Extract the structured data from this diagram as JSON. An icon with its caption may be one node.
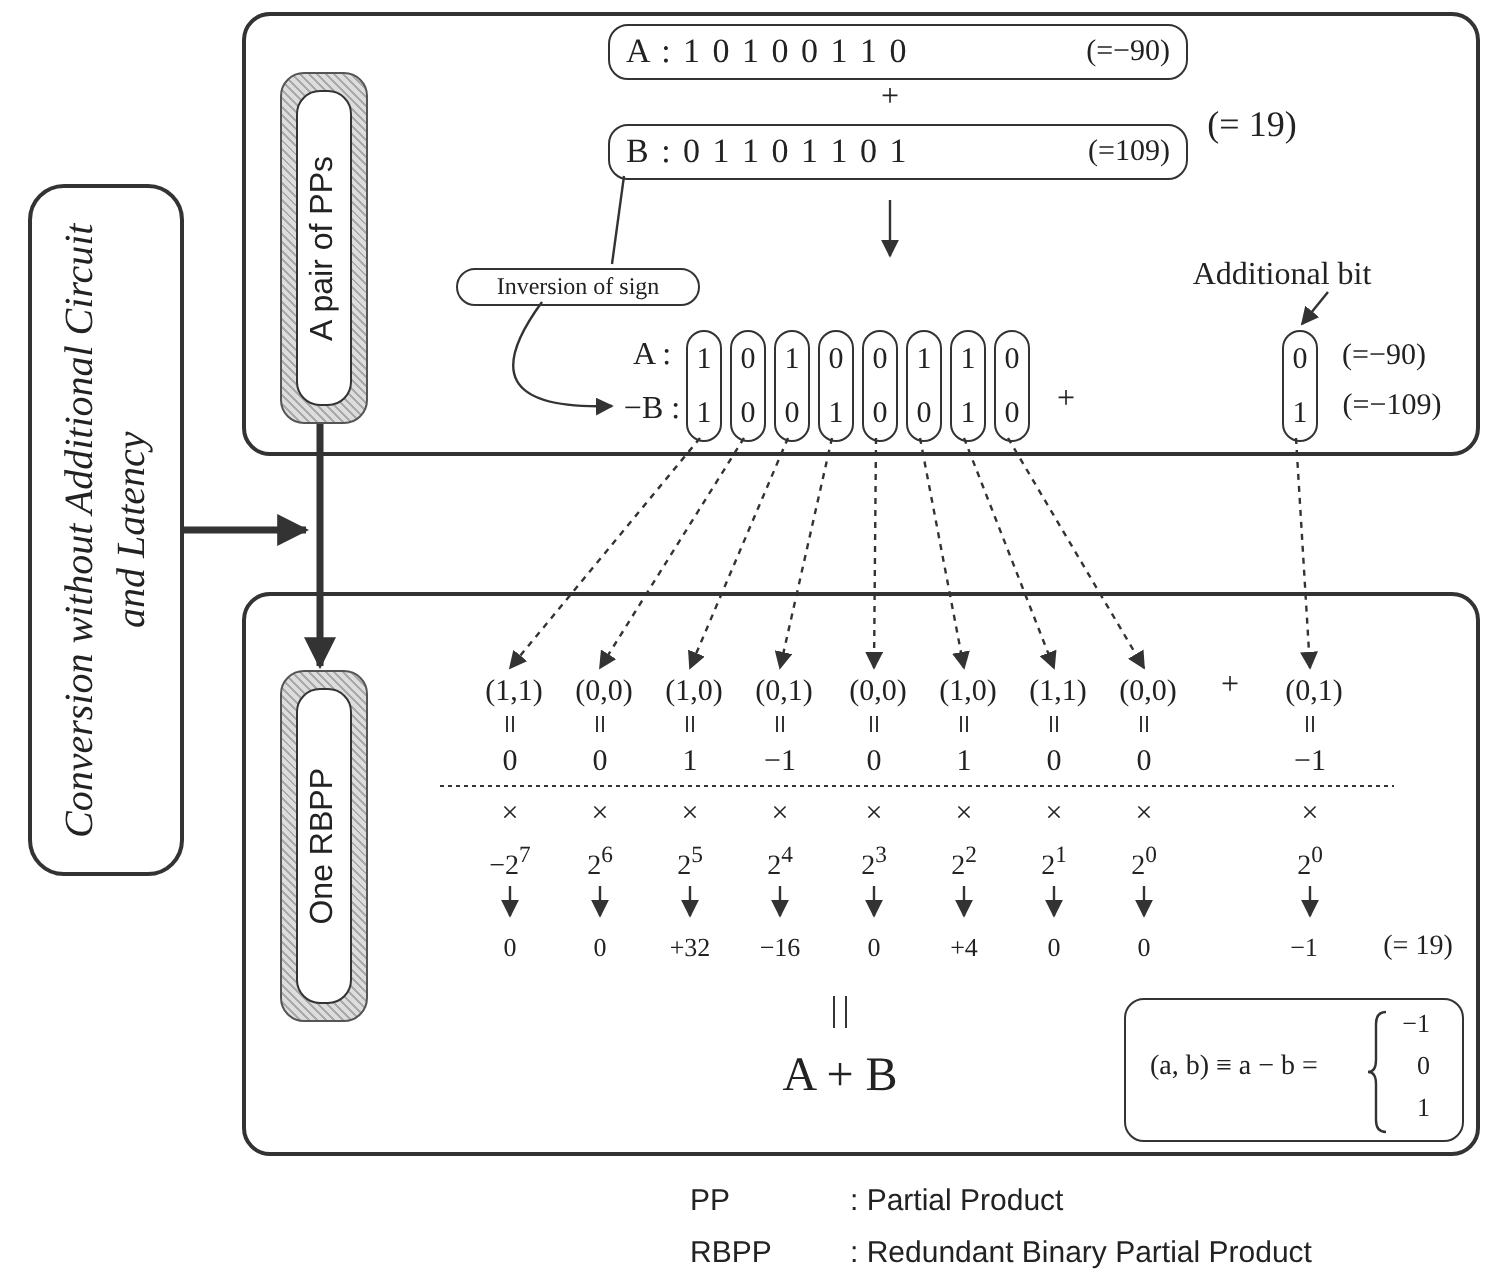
{
  "diagram": {
    "nodes": [
      {
        "text": [],
        "shape": "box"
      },
      {
        "text": [
          "A pair of PPs"
        ],
        "in": 0
      },
      {
        "text": [
          "A : 1 0 1 0 0 1 1 0",
          "(=−90)"
        ],
        "in": 0
      },
      {
        "text": [
          "B : 0 1 1 0 1 1 0 1",
          "(=109)"
        ],
        "in": 0
      },
      {
        "text": [
          "Inversion of sign"
        ],
        "in": 0
      },
      {
        "text": [
          "Additional bit"
        ],
        "in": 0
      },
      {
        "text": [
          "−B :"
        ],
        "in": 0
      },
      {
        "text": [
          "1",
          "1"
        ],
        "in": 0
      },
      {
        "text": [
          "0",
          "0"
        ],
        "in": 0
      },
      {
        "text": [
          "1",
          "0"
        ],
        "in": 0
      },
      {
        "text": [
          "0",
          "1"
        ],
        "in": 0
      },
      {
        "text": [
          "0",
          "0"
        ],
        "in": 0
      },
      {
        "text": [
          "1",
          "0"
        ],
        "in": 0
      },
      {
        "text": [
          "1",
          "1"
        ],
        "in": 0
      },
      {
        "text": [
          "0",
          "0"
        ],
        "in": 0
      },
      {
        "text": [
          "0",
          "1"
        ],
        "in": 0
      },
      {
        "text": [],
        "shape": "box"
      },
      {
        "text": [
          "One RBPP"
        ],
        "in": 16
      },
      {
        "text": [
          "(1,1)"
        ],
        "in": 16
      },
      {
        "text": [
          "(0,0)"
        ],
        "in": 16
      },
      {
        "text": [
          "(1,0)"
        ],
        "in": 16
      },
      {
        "text": [
          "(0,1)"
        ],
        "in": 16
      },
      {
        "text": [
          "(0,0)"
        ],
        "in": 16
      },
      {
        "text": [
          "(1,0)"
        ],
        "in": 16
      },
      {
        "text": [
          "(1,1)"
        ],
        "in": 16
      },
      {
        "text": [
          "(0,0)"
        ],
        "in": 16
      },
      {
        "text": [
          "(0,1)"
        ],
        "in": 16
      },
      {
        "text": [
          "(a, b) ≡ a − b =",
          "−1",
          "0",
          "1"
        ],
        "in": 16
      },
      {
        "text": [
          "Conversion without Additional Circuit and Latency"
        ]
      }
    ],
    "edges": [
      {
        "from": 3,
        "to": 4,
        "arrow": "none"
      },
      {
        "from": 4,
        "to": 6,
        "arrow": "to"
      },
      {
        "from": 3,
        "to": null,
        "arrow": "to"
      },
      {
        "from": 5,
        "to": 15,
        "arrow": "to"
      },
      {
        "from": 7,
        "to": 18,
        "arrow": "to",
        "style": "dashed"
      },
      {
        "from": 8,
        "to": 19,
        "arrow": "to",
        "style": "dashed"
      },
      {
        "from": 9,
        "to": 20,
        "arrow": "to",
        "style": "dashed"
      },
      {
        "from": 10,
        "to": 21,
        "arrow": "to",
        "style": "dashed"
      },
      {
        "from": 11,
        "to": 22,
        "arrow": "to",
        "style": "dashed"
      },
      {
        "from": 12,
        "to": 23,
        "arrow": "to",
        "style": "dashed"
      },
      {
        "from": 13,
        "to": 24,
        "arrow": "to",
        "style": "dashed"
      },
      {
        "from": 14,
        "to": 25,
        "arrow": "to",
        "style": "dashed"
      },
      {
        "from": 15,
        "to": 26,
        "arrow": "to",
        "style": "dashed"
      },
      {
        "from": 1,
        "to": 17,
        "arrow": "to",
        "style": "thick"
      },
      {
        "from": 28,
        "to": 16,
        "arrow": "to",
        "style": "thick"
      }
    ],
    "labels": [
      "+",
      "(= 19)",
      "A :",
      "+",
      "(=−90)",
      "(=−109)",
      "+",
      "0",
      "0",
      "1",
      "−1",
      "0",
      "1",
      "0",
      "0",
      "−1",
      "×",
      "×",
      "×",
      "×",
      "×",
      "×",
      "×",
      "×",
      "×",
      "−2$^{7}$",
      "2$^{6}$",
      "2$^{5}$",
      "2$^{4}$",
      "2$^{3}$",
      "2$^{2}$",
      "2$^{1}$",
      "2$^{0}$",
      "2$^{0}$",
      "0",
      "0",
      "+32",
      "−16",
      "0",
      "+4",
      "0",
      "0",
      "−1",
      "(= 19)",
      "A + B",
      "PP",
      ": Partial Product",
      "RBPP",
      ": Redundant Binary Partial Product"
    ]
  }
}
